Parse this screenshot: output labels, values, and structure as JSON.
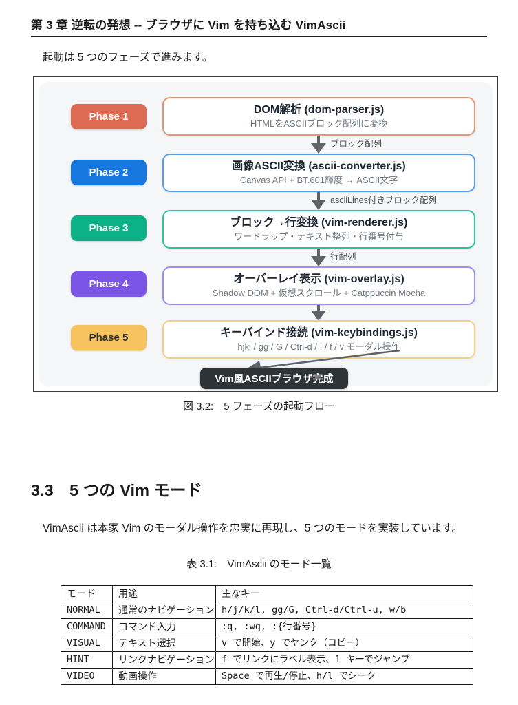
{
  "page": {
    "chapter_header": "第 3 章 逆転の発想 -- ブラウザに Vim を持ち込む VimAscii",
    "intro": "起動は 5 つのフェーズで進みます。",
    "figure_caption": "図 3.2:　5 フェーズの起動フロー",
    "section_heading": "3.3　5 つの Vim モード",
    "section_body": "VimAscii は本家 Vim のモーダル操作を忠実に再現し、5 つのモードを実装しています。",
    "table_caption": "表 3.1:　VimAscii のモード一覧"
  },
  "diagram": {
    "phases": [
      {
        "badge": "Phase 1",
        "badge_color": "#dd6a52",
        "badge_text_color": "#ffffff",
        "box_border_color": "#e29577",
        "title": "DOM解析 (dom-parser.js)",
        "subtitle": "HTMLをASCIIブロック配列に変換",
        "arrow_label": "ブロック配列"
      },
      {
        "badge": "Phase 2",
        "badge_color": "#1678de",
        "badge_text_color": "#ffffff",
        "box_border_color": "#5b9ee8",
        "title": "画像ASCII変換 (ascii-converter.js)",
        "subtitle": "Canvas API + BT.601輝度 → ASCII文字",
        "arrow_label": "asciiLines付きブロック配列"
      },
      {
        "badge": "Phase 3",
        "badge_color": "#0db187",
        "badge_text_color": "#ffffff",
        "box_border_color": "#2fc39c",
        "title": "ブロック→行変換 (vim-renderer.js)",
        "subtitle": "ワードラップ・テキスト整列・行番号付与",
        "arrow_label": "行配列"
      },
      {
        "badge": "Phase 4",
        "badge_color": "#7a55e6",
        "badge_text_color": "#ffffff",
        "box_border_color": "#a18fee",
        "title": "オーバーレイ表示 (vim-overlay.js)",
        "subtitle": "Shadow DOM + 仮想スクロール + Catppuccin Mocha",
        "arrow_label": ""
      },
      {
        "badge": "Phase 5",
        "badge_color": "#f6c25e",
        "badge_text_color": "#2b3036",
        "box_border_color": "#f6cf85",
        "title": "キーバインド接続 (vim-keybindings.js)",
        "subtitle": "hjkl / gg / G / Ctrl-d / : / f / v モーダル操作",
        "arrow_label": ""
      }
    ],
    "result_badge": "Vim風ASCIIブラウザ完成",
    "result_badge_color": "#2e3338",
    "arrow_color": "#5d6367"
  },
  "table": {
    "headers": [
      "モード",
      "用途",
      "主なキー"
    ],
    "rows": [
      {
        "mode": "NORMAL",
        "purpose": "通常のナビゲーション",
        "keys": "h/j/k/l, gg/G, Ctrl-d/Ctrl-u, w/b"
      },
      {
        "mode": "COMMAND",
        "purpose": "コマンド入力",
        "keys": ":q, :wq, :{行番号}"
      },
      {
        "mode": "VISUAL",
        "purpose": "テキスト選択",
        "keys": "v で開始、y でヤンク（コピー）"
      },
      {
        "mode": "HINT",
        "purpose": "リンクナビゲーション",
        "keys": "f でリンクにラベル表示、1 キーでジャンプ"
      },
      {
        "mode": "VIDEO",
        "purpose": "動画操作",
        "keys": "Space で再生/停止、h/l でシーク"
      }
    ]
  }
}
